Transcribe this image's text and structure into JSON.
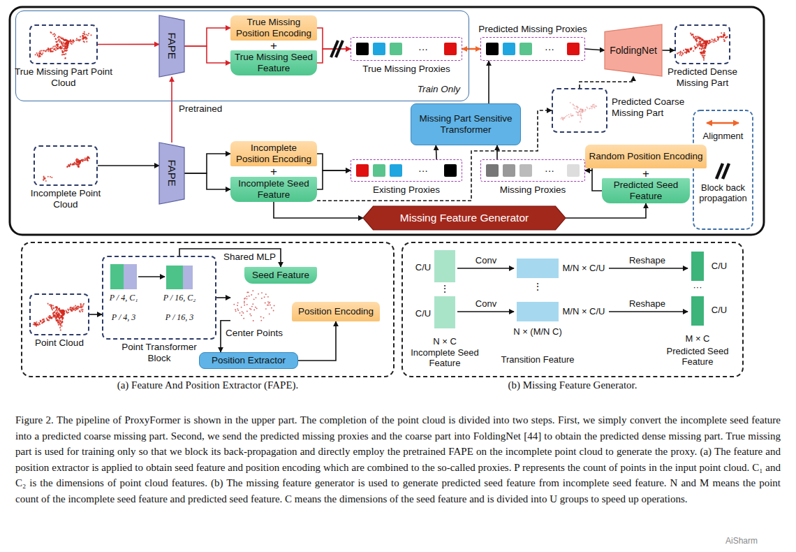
{
  "diagram": {
    "caption": "Figure 2. The pipeline of ProxyFormer is shown in the upper part. The completion of the point cloud is divided into two steps. First, we simply convert the incomplete seed feature into a predicted coarse missing part. Second, we send the predicted missing proxies and the coarse part into FoldingNet [44] to obtain the predicted dense missing part. True missing part is used for training only so that we block its back-propagation and directly employ the pretrained FAPE on the incomplete point cloud to generate the proxy. (a) The feature and position extractor is applied to obtain seed feature and position encoding which are combined to the so-called proxies. P represents the count of points in the input point cloud. C₁ and C₂ is the dimensions of point cloud features. (b) The missing feature generator is used to generate predicted seed feature from incomplete seed feature. N and M means the point count of the incomplete seed feature and predicted seed feature. C means the dimensions of the seed feature and is divided into U groups to speed up operations.",
    "nodes": [
      {
        "text": [
          "Train Only"
        ]
      },
      {
        "text": [
          "True Missing Part Point Cloud"
        ],
        "in": 0
      },
      {
        "text": [
          "FAPE"
        ],
        "in": 0
      },
      {
        "text": [
          "True Missing Position Encoding"
        ],
        "in": 0
      },
      {
        "text": [
          "True Missing Seed Feature"
        ],
        "in": 0
      },
      {
        "text": [
          "True Missing Proxies"
        ],
        "in": 0
      },
      {
        "text": [
          "Predicted Missing Proxies"
        ]
      },
      {
        "text": [
          "FoldingNet"
        ]
      },
      {
        "text": [
          "Predicted Dense Missing Part"
        ]
      },
      {
        "text": [
          "Missing Part Sensitive Transformer"
        ]
      },
      {
        "text": [
          "Predicted Coarse Missing Part"
        ]
      },
      {
        "text": [
          "Incomplete Point Cloud"
        ]
      },
      {
        "text": [
          "FAPE"
        ]
      },
      {
        "text": [
          "Incomplete Position Encoding"
        ]
      },
      {
        "text": [
          "Incomplete Seed Feature"
        ]
      },
      {
        "text": [
          "Existing Proxies"
        ]
      },
      {
        "text": [
          "Missing Proxies"
        ]
      },
      {
        "text": [
          "Random Position Encoding"
        ]
      },
      {
        "text": [
          "Predicted Seed Feature"
        ]
      },
      {
        "text": [
          "Missing Feature Generator"
        ]
      },
      {
        "text": [
          "(a) Feature And Position Extractor (FAPE)."
        ]
      },
      {
        "text": [
          "Point Cloud"
        ],
        "in": 20
      },
      {
        "text": [
          "Point Transformer Block"
        ],
        "in": 20
      },
      {
        "text": [
          "Seed Feature"
        ],
        "in": 20
      },
      {
        "text": [
          "Center Points"
        ],
        "in": 20
      },
      {
        "text": [
          "Position Extractor"
        ],
        "in": 20
      },
      {
        "text": [
          "Position Encoding"
        ],
        "in": 20
      },
      {
        "text": [
          "(b) Missing Feature Generator."
        ]
      }
    ],
    "edges": [
      {
        "from": 1,
        "to": 2,
        "arrow": "to"
      },
      {
        "from": 2,
        "to": 3,
        "arrow": "to"
      },
      {
        "from": 2,
        "to": 4,
        "arrow": "to"
      },
      {
        "from": 3,
        "to": 5,
        "arrow": "to"
      },
      {
        "from": 4,
        "to": 5,
        "arrow": "to"
      },
      {
        "from": 5,
        "to": 6,
        "arrow": "both"
      },
      {
        "from": 6,
        "to": 7,
        "arrow": "to"
      },
      {
        "from": 7,
        "to": 8,
        "arrow": "to"
      },
      {
        "from": 11,
        "to": 12,
        "arrow": "to"
      },
      {
        "from": 12,
        "to": 2,
        "label": "Pretrained",
        "arrow": "to"
      },
      {
        "from": 12,
        "to": 13,
        "arrow": "to"
      },
      {
        "from": 12,
        "to": 14,
        "arrow": "to"
      },
      {
        "from": 13,
        "to": 15,
        "arrow": "to"
      },
      {
        "from": 14,
        "to": 15,
        "arrow": "to"
      },
      {
        "from": 15,
        "to": 9,
        "arrow": "to"
      },
      {
        "from": 16,
        "to": 9,
        "arrow": "to"
      },
      {
        "from": 9,
        "to": 6,
        "arrow": "to"
      },
      {
        "from": 14,
        "to": 10,
        "arrow": "to"
      },
      {
        "from": 10,
        "to": 7,
        "arrow": "to"
      },
      {
        "from": 14,
        "to": 19,
        "arrow": "to"
      },
      {
        "from": 19,
        "to": 18,
        "arrow": "to"
      },
      {
        "from": 17,
        "to": 16,
        "arrow": "to"
      },
      {
        "from": 18,
        "to": 16,
        "arrow": "to"
      },
      {
        "from": 21,
        "to": 22,
        "arrow": "to"
      },
      {
        "from": 22,
        "to": 23,
        "label": "Shared MLP",
        "arrow": "to"
      },
      {
        "from": 22,
        "to": 24,
        "arrow": "to"
      },
      {
        "from": 24,
        "to": 25,
        "arrow": "to"
      },
      {
        "from": 25,
        "to": 26,
        "arrow": "to"
      }
    ],
    "labels": [
      "+",
      "+",
      "+",
      "···",
      "···",
      "···",
      "···",
      "P / 4, C₁",
      "P / 4, 3",
      "P / 16, C₂",
      "P / 16, 3",
      "C/U",
      "C/U",
      "⋮",
      "N × C",
      "Incomplete Seed Feature",
      "Conv",
      "Conv",
      "M/N × C/U",
      "M/N × C/U",
      "⋮",
      "N × (M/N C)",
      "Transition Feature",
      "Reshape",
      "Reshape",
      "C/U",
      "C/U",
      "···",
      "M × C",
      "Predicted Seed Feature",
      "AiSharm"
    ],
    "legend": [
      {
        "text": "Alignment"
      },
      {
        "text": "Block back propagation"
      }
    ]
  }
}
